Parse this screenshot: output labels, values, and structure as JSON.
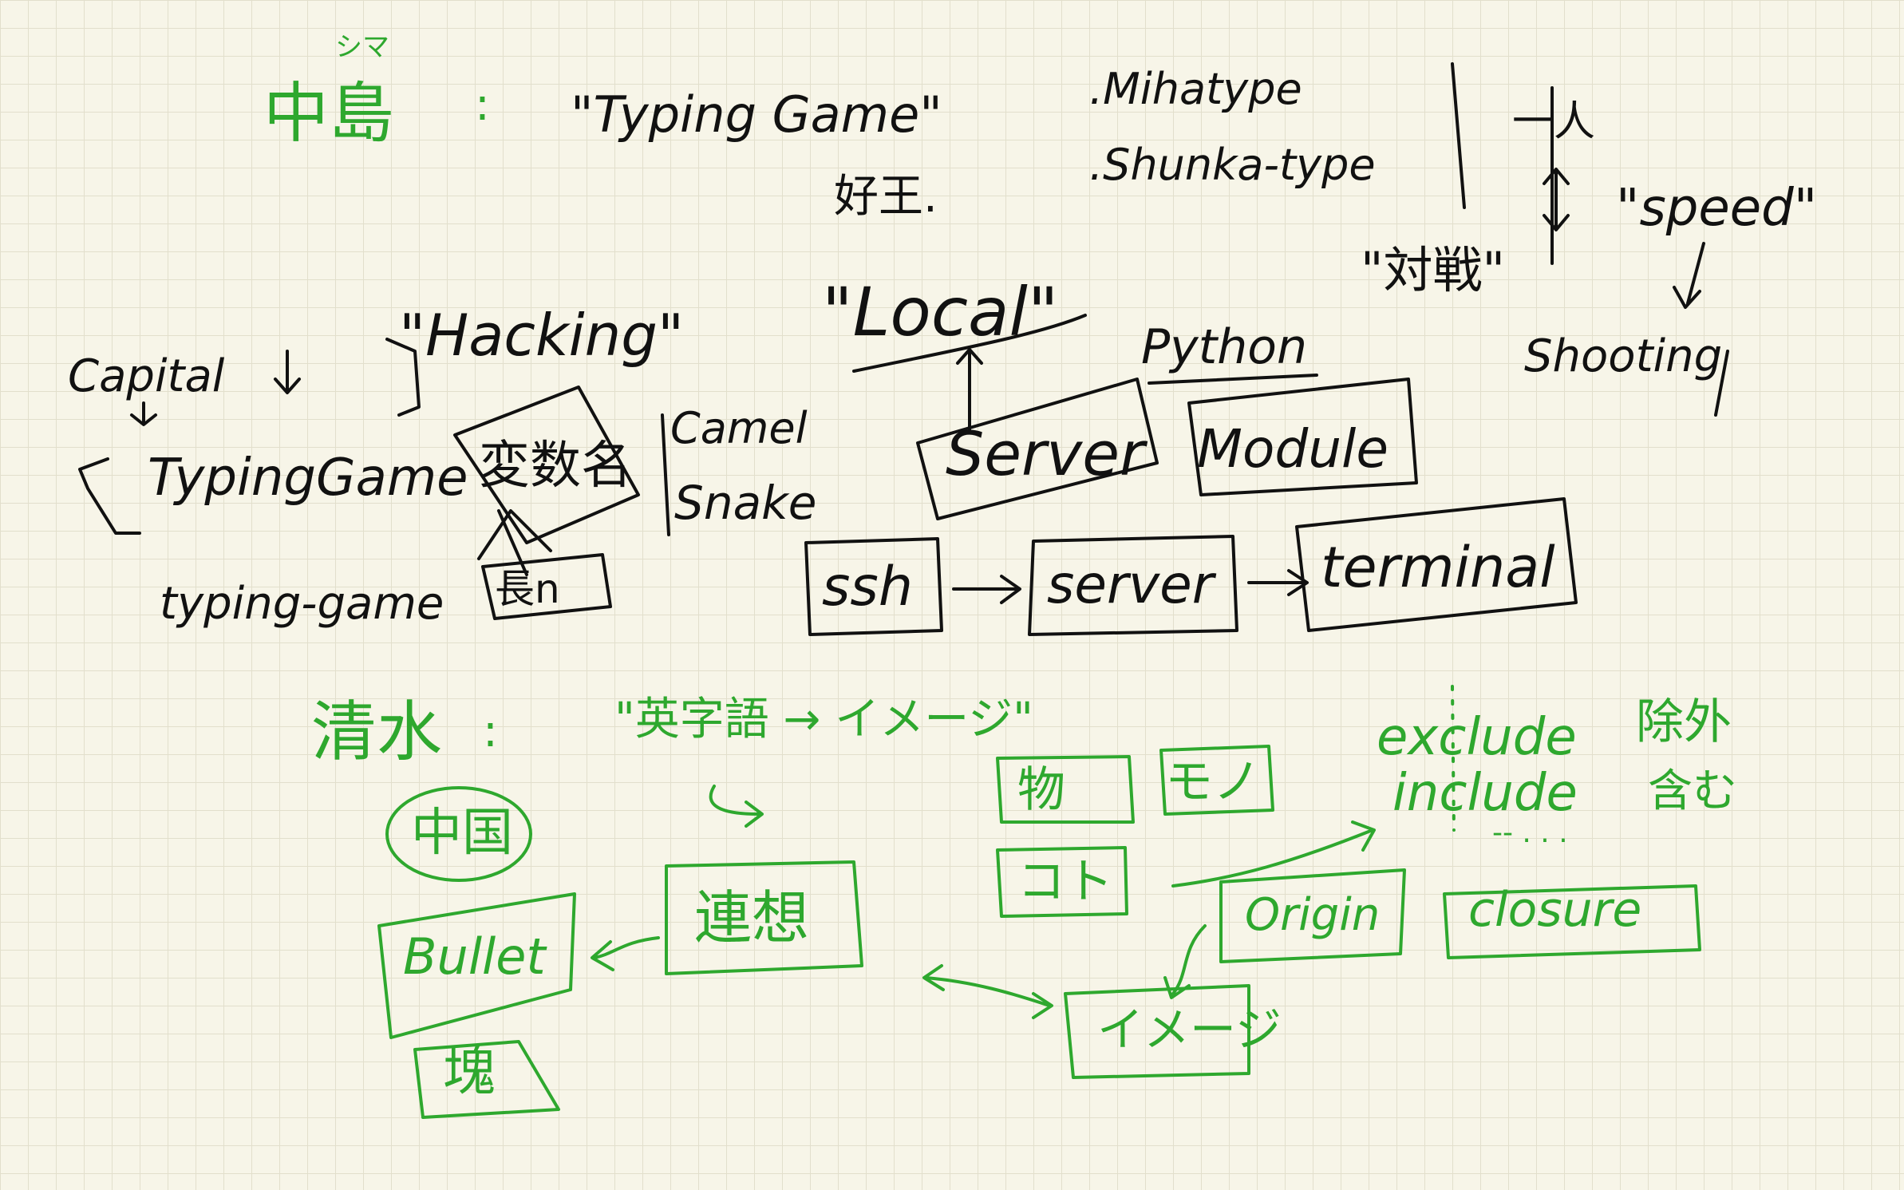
{
  "colors": {
    "background": "#f7f5e8",
    "grid": "#e2dfcc",
    "ink_black": "#111111",
    "ink_green": "#2ea82e"
  },
  "section_nakajima": {
    "name": "中島",
    "furigana": "シマ",
    "colon": ":",
    "topic": "\"Typing Game\"",
    "topic_note": "好王.",
    "apps": [
      ".Mihatype",
      ".Shunka-type"
    ],
    "one_person": "一人",
    "speed": "\"speed\"",
    "versus": "\"対戦\"",
    "shooting": "Shooting",
    "capital": "Capital",
    "hacking": "\"Hacking\"",
    "typing_game_camel": "TypingGame",
    "typing_game_kebab": "typing-game",
    "variable_name": "変数名",
    "long": "長n",
    "camel": "Camel",
    "snake": "Snake",
    "local": "\"Local\"",
    "python": "Python",
    "server_box": "Server",
    "module_box": "Module",
    "ssh": "ssh",
    "server": "server",
    "terminal": "terminal"
  },
  "section_shimizu": {
    "name": "清水",
    "colon": ":",
    "word_image": "\"英字語 → イメージ\"",
    "china": "中国",
    "bullet": "Bullet",
    "lump": "塊",
    "association": "連想",
    "mono_kanji": "物",
    "mono_kana": "モノ",
    "koto": "コト",
    "exclude": "exclude",
    "exclude_jp": "除外",
    "include": "include",
    "include_jp": "含む",
    "origin": "Origin",
    "closure": "closure",
    "image": "イメージ",
    "dots": "-- . . ."
  }
}
